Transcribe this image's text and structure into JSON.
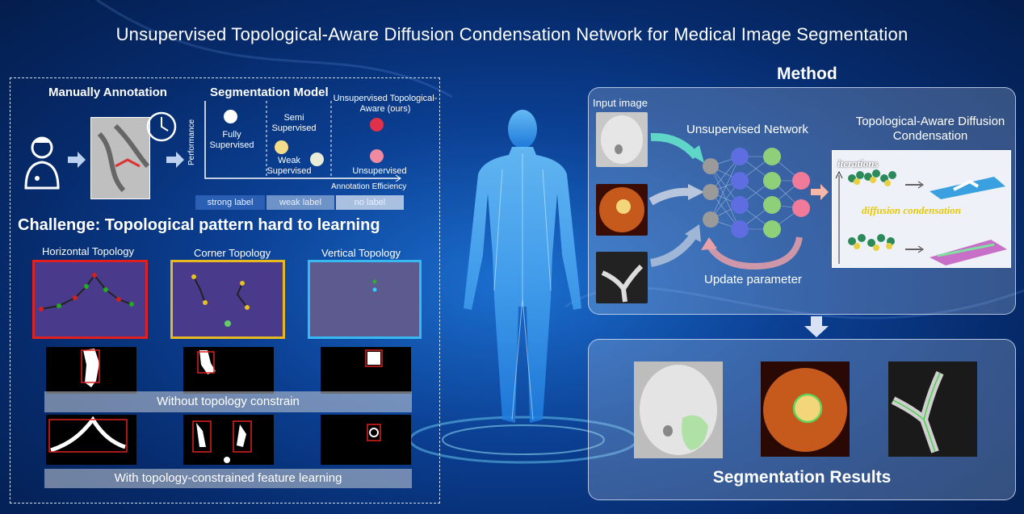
{
  "title": "Unsupervised Topological-Aware Diffusion Condensation Network for Medical Image Segmentation",
  "left": {
    "manual_annotation": "Manually Annotation",
    "segmentation_model": "Segmentation Model",
    "perf_axis": "Performance",
    "eff_axis": "Annotation Efficiency",
    "points": {
      "fully": "Fully Supervised",
      "semi": "Semi Supervised",
      "weak": "Weak Supervised",
      "uta": "Unsupervised Topological-Aware (ours)",
      "unsup": "Unsupervised"
    },
    "bars": [
      "strong label",
      "weak label",
      "no label"
    ],
    "challenge": "Challenge: Topological pattern hard to learning",
    "topologies": [
      "Horizontal Topology",
      "Corner Topology",
      "Vertical Topology"
    ],
    "without": "Without topology constrain",
    "with": "With topology-constrained feature learning"
  },
  "right": {
    "method": "Method",
    "input_image": "Input image",
    "network": "Unsupervised Network",
    "tadc": "Topological-Aware Diffusion Condensation",
    "iterations": "iterations",
    "diffusion": "diffusion condensation",
    "update": "Update parameter",
    "results": "Segmentation Results"
  },
  "colors": {
    "red_box": "#e02020",
    "yellow_box": "#e8b820",
    "blue_box": "#38b8f0",
    "accent_green": "#9ee07a"
  }
}
